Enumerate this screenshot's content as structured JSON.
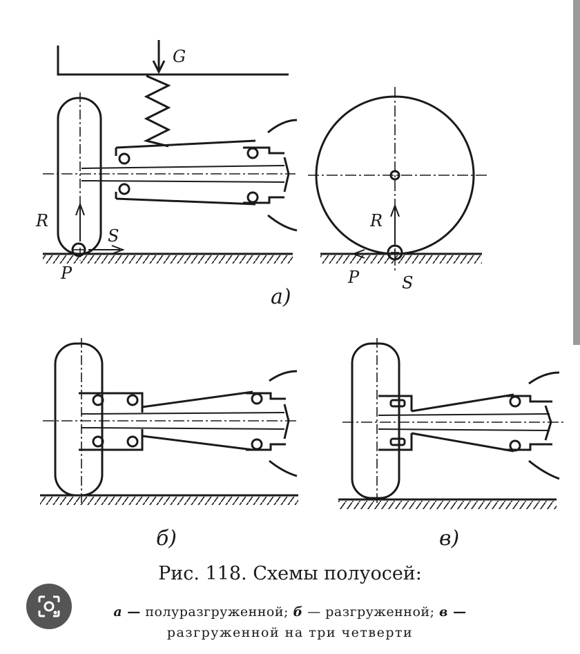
{
  "figure": {
    "panel_a": {
      "force_g": "G",
      "force_r_left": "R",
      "force_s_left": "S",
      "force_p_left": "P",
      "force_r_right": "R",
      "force_p_right": "P",
      "force_s_right": "S",
      "sublabel": "a)"
    },
    "panel_b": {
      "sublabel": "б)"
    },
    "panel_v": {
      "sublabel": "в)"
    }
  },
  "caption": {
    "title": "Рис. 118. Схемы полуосей:",
    "a_key": "а —",
    "a_text": " полуразгруженной; ",
    "b_key": "б",
    "b_text": " — разгруженной; ",
    "v_key": "в —",
    "line2": "разгруженной на три четверти"
  },
  "overlay": {
    "icon": "lens-search-icon"
  }
}
